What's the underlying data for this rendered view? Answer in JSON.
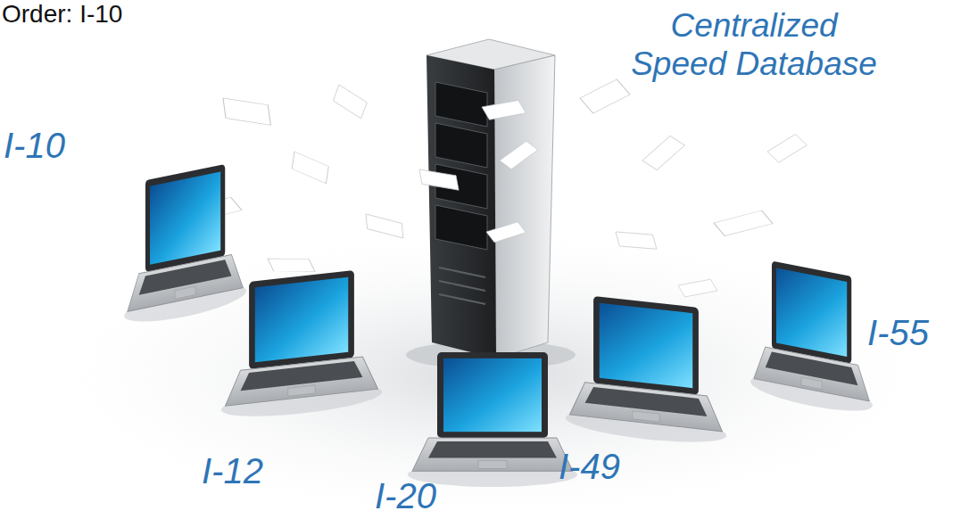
{
  "diagram": {
    "labels": [
      "Order: I-10",
      "Centralized Speed Database",
      "I-10",
      "I-12",
      "I-20",
      "I-49",
      "I-55"
    ]
  }
}
